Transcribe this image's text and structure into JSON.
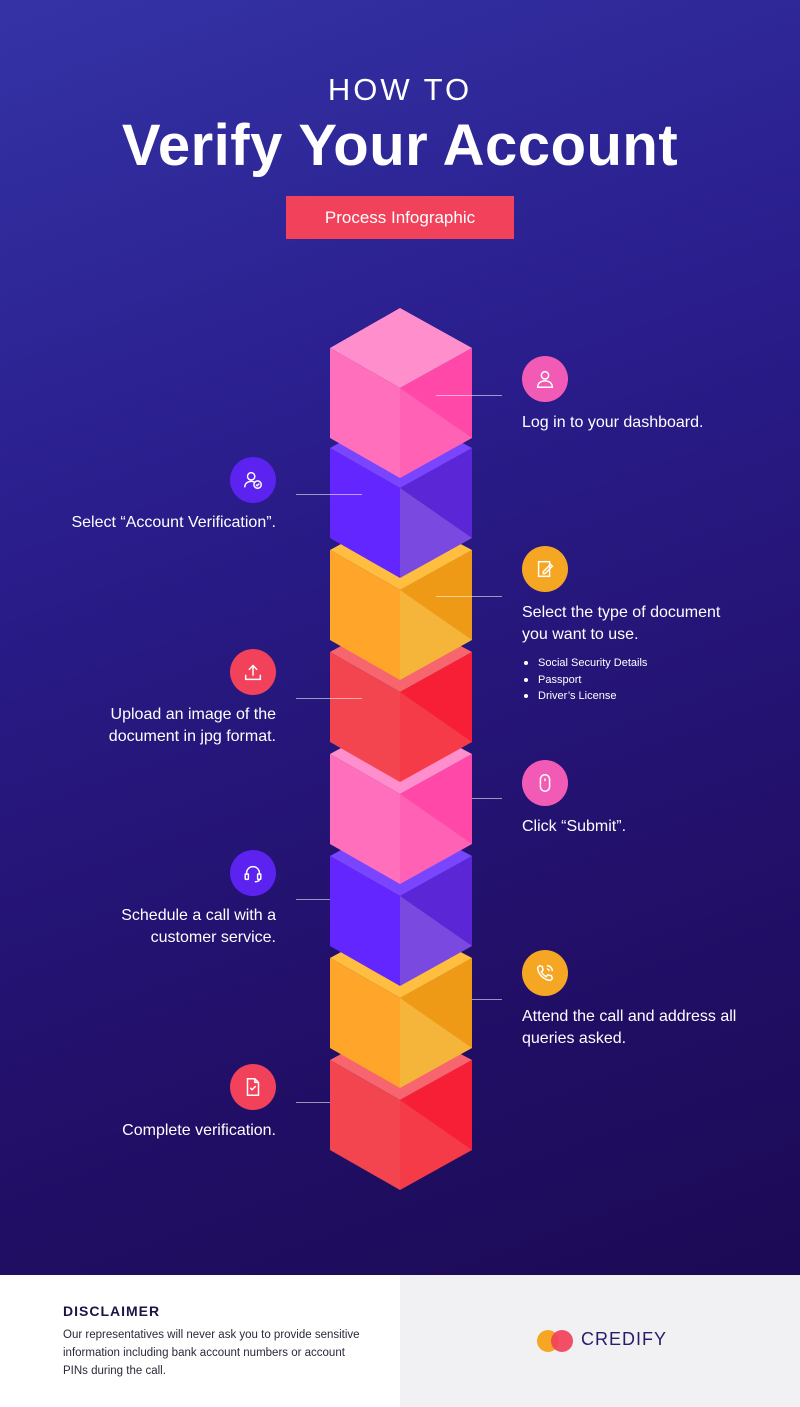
{
  "header": {
    "pretitle": "HOW TO",
    "title": "Verify Your Account",
    "badge": "Process Infographic"
  },
  "steps": [
    {
      "text": "Log in to your dashboard.",
      "icon": "user-icon",
      "color": "#f25bb5"
    },
    {
      "text": "Select “Account Verification”.",
      "icon": "user-check-icon",
      "color": "#5b22f0"
    },
    {
      "text": "Select the type of document you want to use.",
      "icon": "edit-document-icon",
      "color": "#f5a623"
    },
    {
      "text": "Upload an image of the document in jpg format.",
      "icon": "upload-icon",
      "color": "#f2415a"
    },
    {
      "text": "Click “Submit”.",
      "icon": "mouse-icon",
      "color": "#f25bb5"
    },
    {
      "text": "Schedule a call with a customer service.",
      "icon": "headset-icon",
      "color": "#5b22f0"
    },
    {
      "text": "Attend the call and address all queries asked.",
      "icon": "phone-call-icon",
      "color": "#f5a623"
    },
    {
      "text": "Complete verification.",
      "icon": "document-check-icon",
      "color": "#f2415a"
    }
  ],
  "document_types": [
    "Social Security Details",
    "Passport",
    "Driver’s License"
  ],
  "footer": {
    "disclaimer_title": "DISCLAIMER",
    "disclaimer_text": "Our representatives will never ask you to provide sensitive information including bank account numbers or account PINs during the call.",
    "brand": "CREDIFY"
  },
  "colors": {
    "pink": "#f25bb5",
    "purple": "#5b22f0",
    "orange": "#f5a623",
    "red": "#f2415a",
    "background": "#2a1d8c"
  }
}
